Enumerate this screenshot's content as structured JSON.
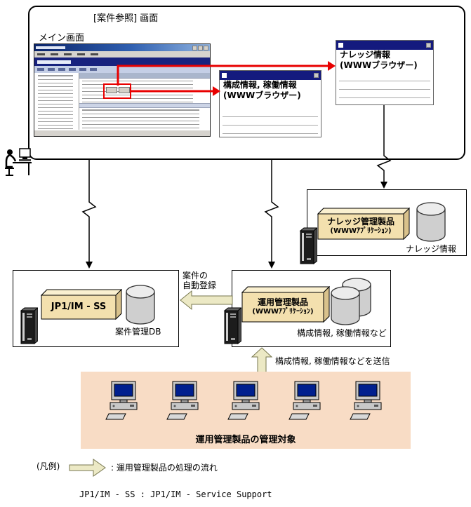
{
  "labels": {
    "case_screen": "[案件参照] 画面",
    "main_screen": "メイン画面"
  },
  "browser_windows": {
    "config": {
      "title_line1": "構成情報, 稼働情報",
      "title_line2": "(WWWブラウザー)"
    },
    "knowledge": {
      "title_line1": "ナレッジ情報",
      "title_line2": "(WWWブラウザー)"
    }
  },
  "knowledge_node": {
    "product_line1": "ナレッジ管理製品",
    "product_line2": "(WWWｱﾌﾟﾘｹｰｼｮﾝ)",
    "db_label": "ナレッジ情報"
  },
  "jp1_node": {
    "product_label": "JP1/IM - SS",
    "db_label": "案件管理DB"
  },
  "ops_node": {
    "product_line1": "運用管理製品",
    "product_line2": "(WWWｱﾌﾟﾘｹｰｼｮﾝ)",
    "db_label": "構成情報, 稼働情報など"
  },
  "flows": {
    "auto_register_line1": "案件の",
    "auto_register_line2": "自動登録",
    "send_info": "構成情報, 稼働情報などを送信"
  },
  "managed": {
    "label": "運用管理製品の管理対象"
  },
  "legend": {
    "title": "(凡例)",
    "desc": ": 運用管理製品の処理の流れ"
  },
  "footnote": "JP1/IM - SS : JP1/IM - Service Support",
  "colors": {
    "window_titlebar": "#141a7e",
    "product_box_face": "#f3e0ae",
    "flow_arrow_fill": "#ece9c5",
    "managed_area_bg": "#f8dcc5",
    "highlight_red": "#e80000"
  }
}
